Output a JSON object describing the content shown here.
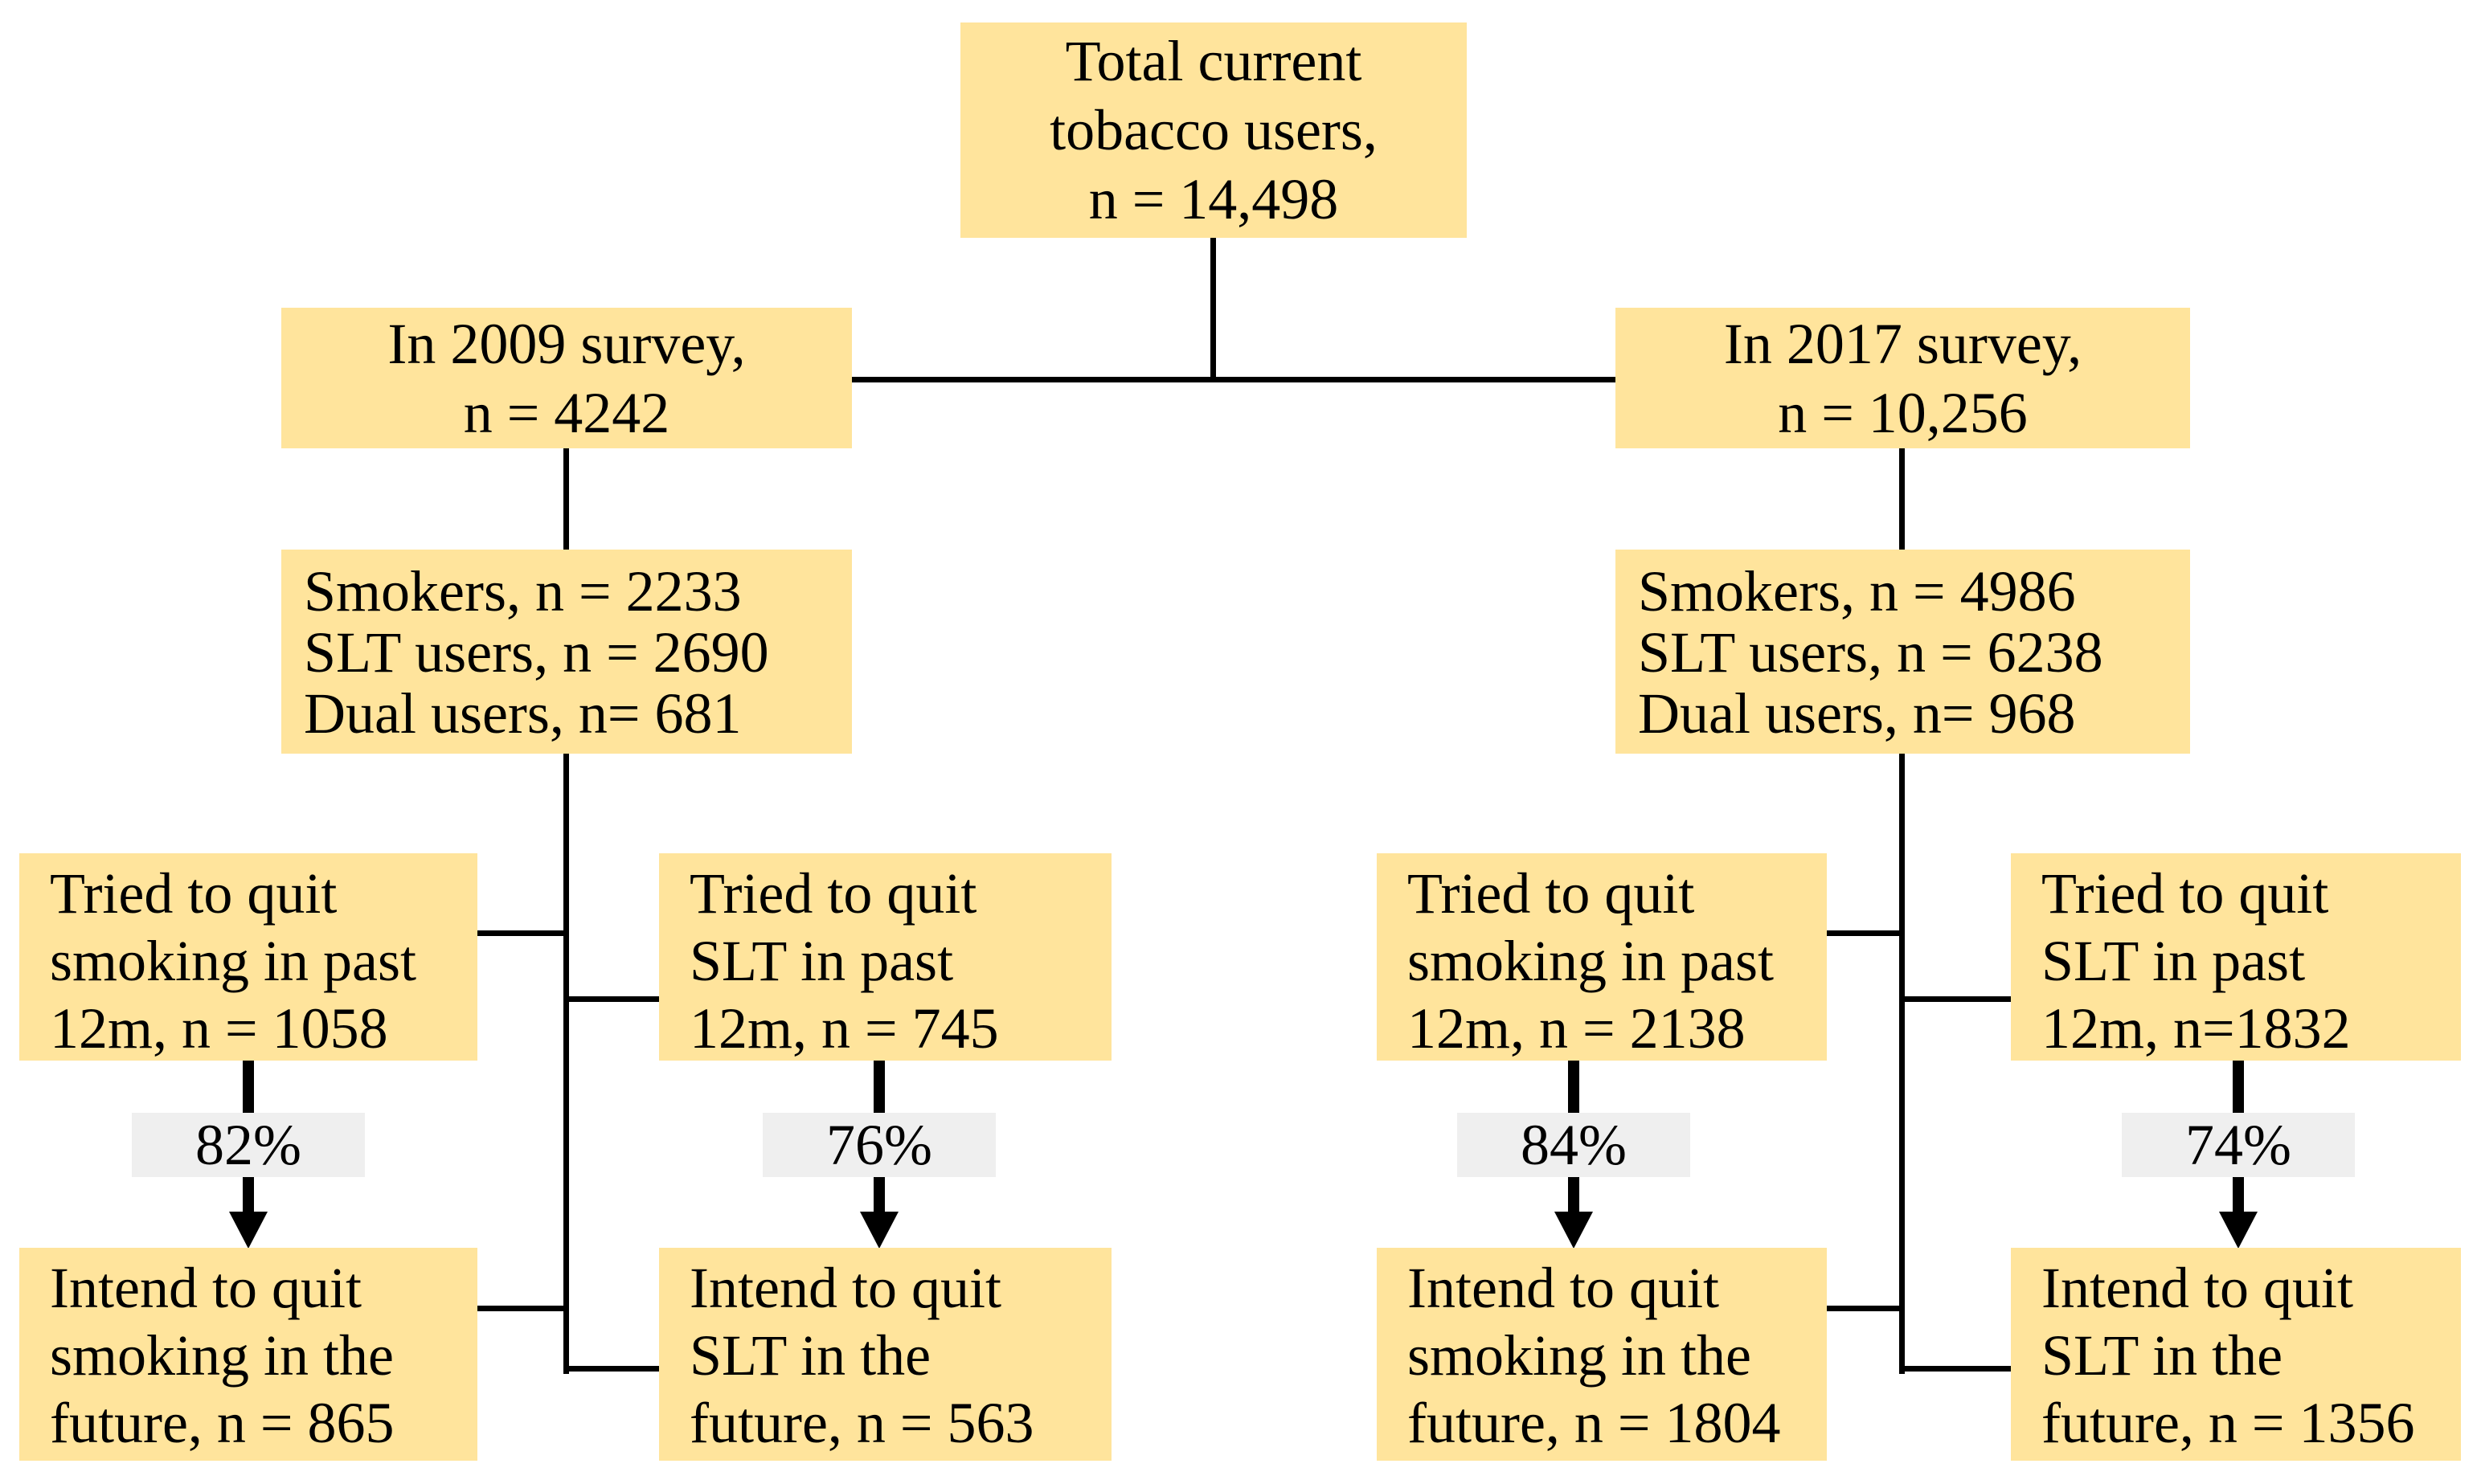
{
  "colors": {
    "node_fill": "#FFE49C",
    "percent_fill": "#EFEFEF",
    "line_color": "#000000",
    "text_color": "#000000"
  },
  "nodes": {
    "total": {
      "lines": [
        "Total current",
        "tobacco users,",
        "n = 14,498"
      ]
    },
    "survey_2009": {
      "lines": [
        "In 2009 survey,",
        "n = 4242"
      ]
    },
    "survey_2017": {
      "lines": [
        "In 2017 survey,",
        "n = 10,256"
      ]
    },
    "groups_2009": {
      "lines": [
        "Smokers, n = 2233",
        "SLT users, n = 2690",
        "Dual users, n= 681"
      ]
    },
    "groups_2017": {
      "lines": [
        "Smokers, n = 4986",
        "SLT users, n = 6238",
        "Dual users, n= 968"
      ]
    },
    "tried_smoking_2009": {
      "lines": [
        "Tried to quit",
        "smoking in past",
        "12m, n = 1058"
      ]
    },
    "tried_slt_2009": {
      "lines": [
        "Tried to quit",
        "SLT in past",
        "12m, n = 745"
      ]
    },
    "tried_smoking_2017": {
      "lines": [
        "Tried to quit",
        "smoking in past",
        "12m, n = 2138"
      ]
    },
    "tried_slt_2017": {
      "lines": [
        "Tried to quit",
        "SLT in past",
        "12m, n=1832"
      ]
    },
    "intend_smoking_2009": {
      "lines": [
        "Intend to quit",
        "smoking in the",
        "future, n = 865"
      ]
    },
    "intend_slt_2009": {
      "lines": [
        "Intend to quit",
        "SLT in the",
        "future, n = 563"
      ]
    },
    "intend_smoking_2017": {
      "lines": [
        "Intend to quit",
        "smoking in the",
        "future, n = 1804"
      ]
    },
    "intend_slt_2017": {
      "lines": [
        "Intend to quit",
        "SLT in the",
        "future, n = 1356"
      ]
    }
  },
  "percentages": {
    "quit_smoking_2009": "82%",
    "quit_slt_2009": "76%",
    "quit_smoking_2017": "84%",
    "quit_slt_2017": "74%"
  }
}
